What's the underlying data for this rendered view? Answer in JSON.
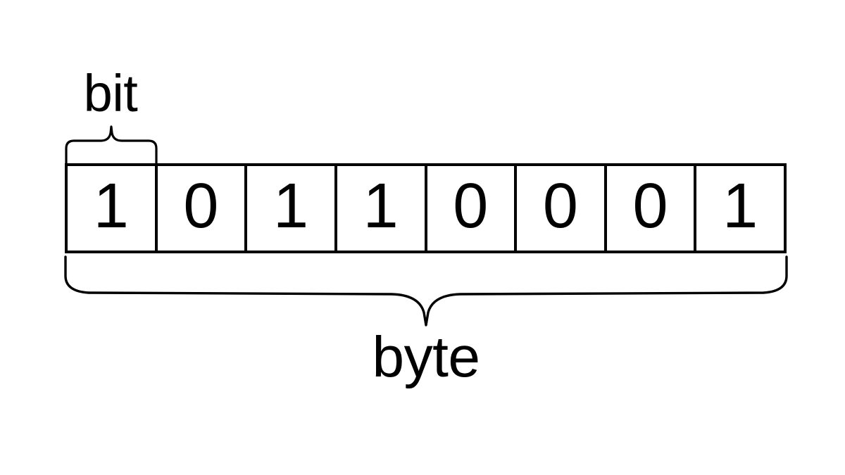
{
  "diagram": {
    "title": "bit and byte structure diagram",
    "background_color": "#ffffff",
    "stroke_color": "#000000"
  },
  "bit_label": {
    "text": "bit",
    "brace_icon": "curly-brace-up-icon",
    "spans_cells": 1
  },
  "byte_label": {
    "text": "byte",
    "brace_icon": "curly-brace-down-icon",
    "spans_cells": 8
  },
  "byte": {
    "bit_count": 8,
    "binary_string": "10110001",
    "bits": [
      {
        "index": 0,
        "value": "1"
      },
      {
        "index": 1,
        "value": "0"
      },
      {
        "index": 2,
        "value": "1"
      },
      {
        "index": 3,
        "value": "1"
      },
      {
        "index": 4,
        "value": "0"
      },
      {
        "index": 5,
        "value": "0"
      },
      {
        "index": 6,
        "value": "0"
      },
      {
        "index": 7,
        "value": "1"
      }
    ]
  }
}
